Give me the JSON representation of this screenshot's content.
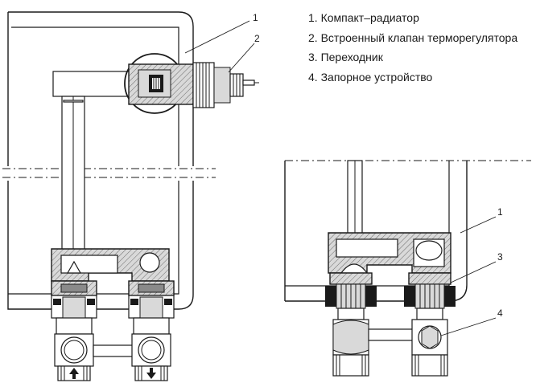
{
  "legend": [
    {
      "number": "1.",
      "text": "Компакт–радиатор"
    },
    {
      "number": "2.",
      "text": "Встроенный клапан терморегулятора"
    },
    {
      "number": "3.",
      "text": "Переходник"
    },
    {
      "number": "4.",
      "text": "Запорное устройство"
    }
  ],
  "callouts": {
    "left_radiator": "1",
    "left_valve": "2",
    "right_radiator": "1",
    "right_adapter": "3",
    "right_shutoff": "4"
  },
  "colors": {
    "line": "#1a1a1a",
    "hatch_fill": "#d9d9d9",
    "metal": "#8a8a8a",
    "background": "#ffffff"
  }
}
